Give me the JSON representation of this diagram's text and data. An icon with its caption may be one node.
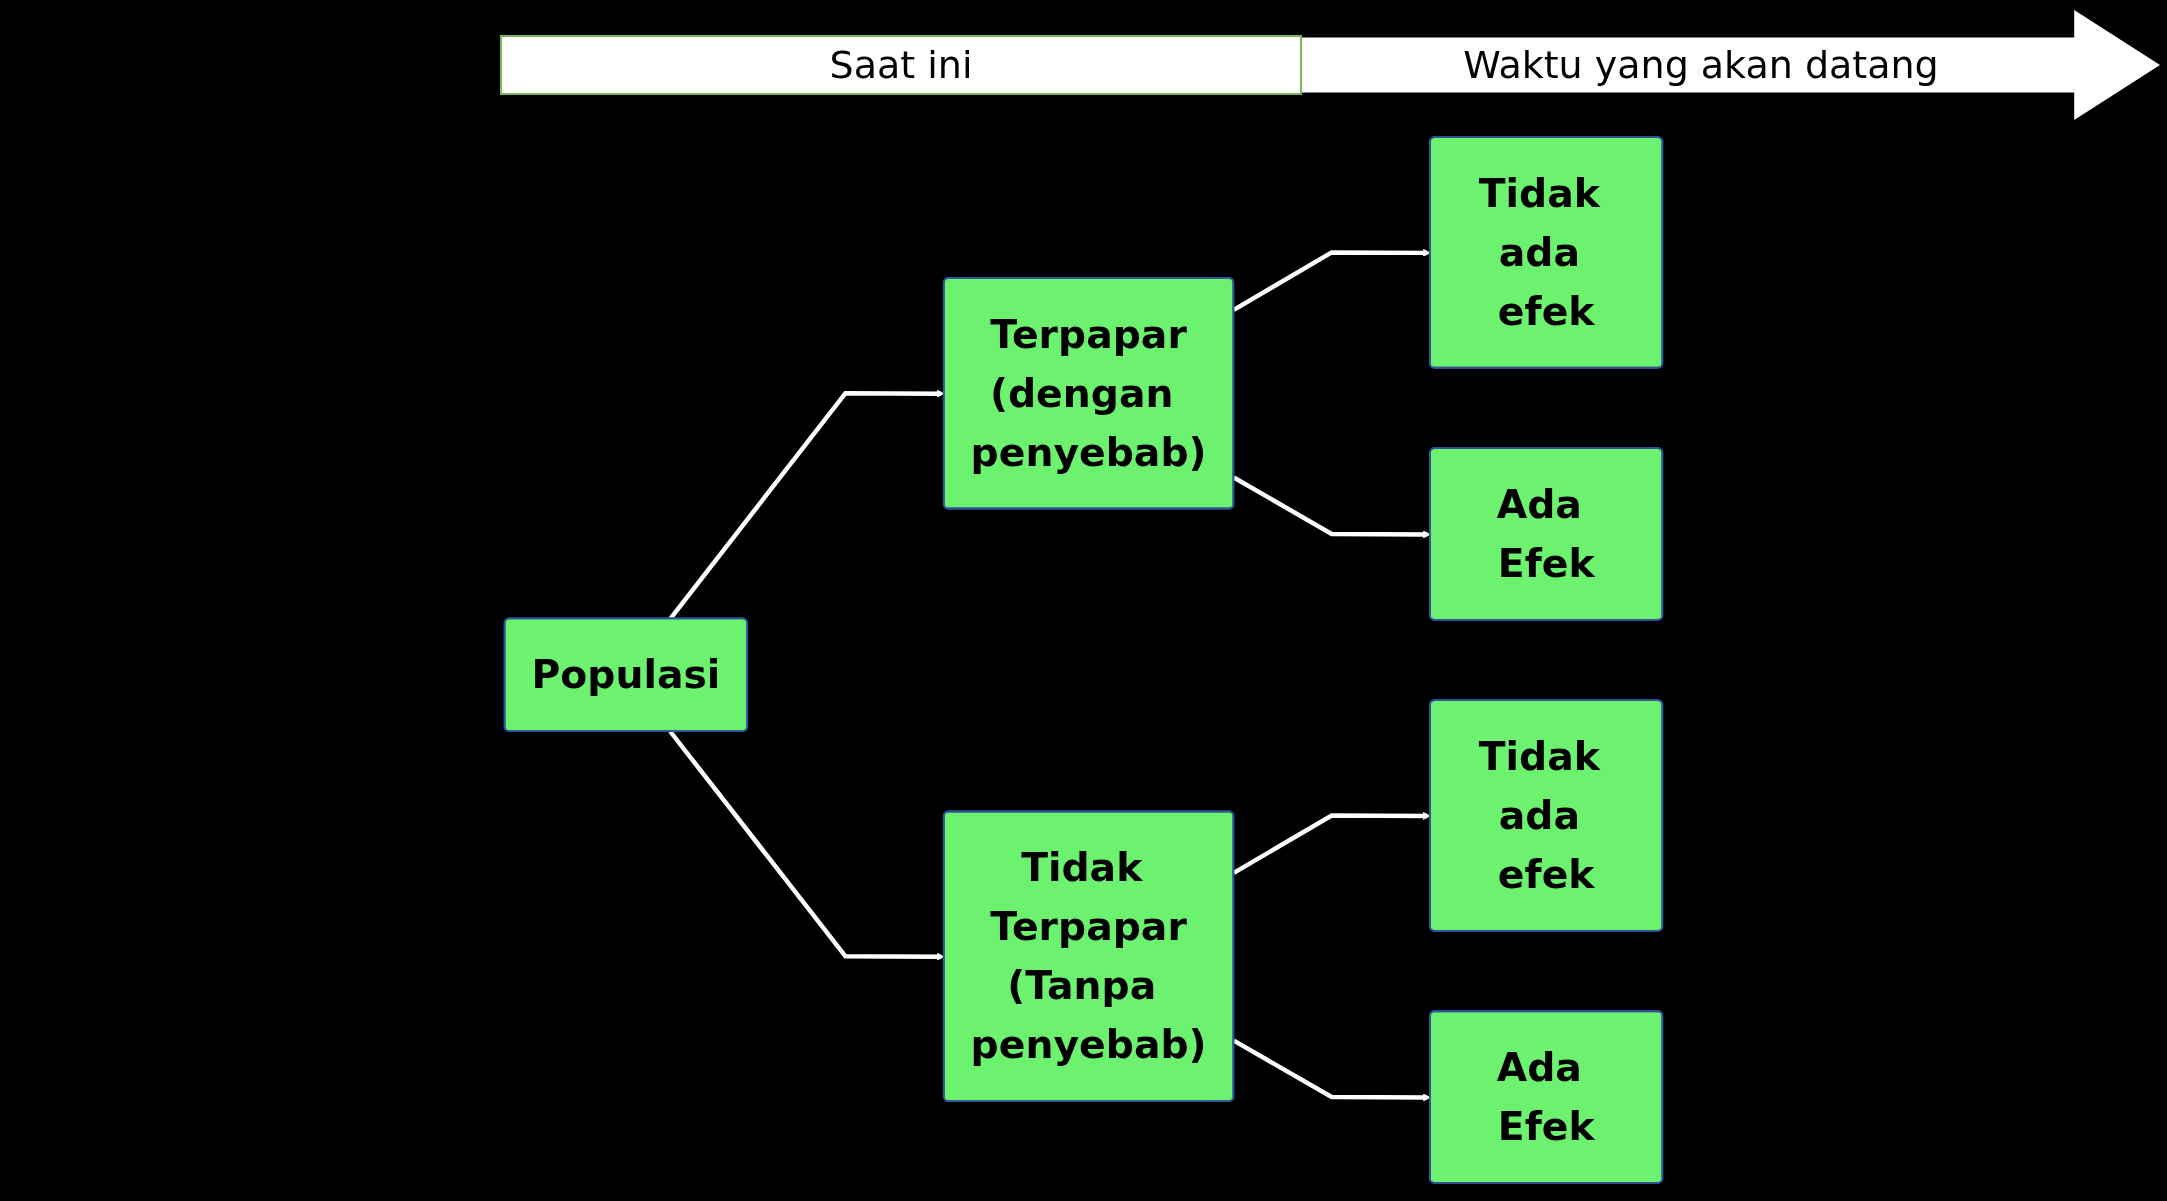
{
  "diagram": {
    "nodes": [
      {
        "text": [
          "Populasi"
        ]
      },
      {
        "text": [
          "Terpapar",
          "(dengan penyebab)"
        ]
      },
      {
        "text": [
          "Tidak Terpapar",
          "(Tanpa penyebab)"
        ]
      },
      {
        "text": [
          "Tidak ada efek"
        ]
      },
      {
        "text": [
          "Ada Efek"
        ]
      },
      {
        "text": [
          "Tidak ada efek"
        ]
      },
      {
        "text": [
          "Ada Efek"
        ]
      }
    ],
    "edges": [
      {
        "from": 0,
        "to": 1,
        "arrow": "to"
      },
      {
        "from": 0,
        "to": 2,
        "arrow": "to"
      },
      {
        "from": 1,
        "to": 3,
        "arrow": "to"
      },
      {
        "from": 1,
        "to": 4,
        "arrow": "to"
      },
      {
        "from": 2,
        "to": 5,
        "arrow": "to"
      },
      {
        "from": 2,
        "to": 6,
        "arrow": "to"
      }
    ],
    "labels": [
      "Saat ini",
      "Waktu yang akan datang"
    ]
  }
}
